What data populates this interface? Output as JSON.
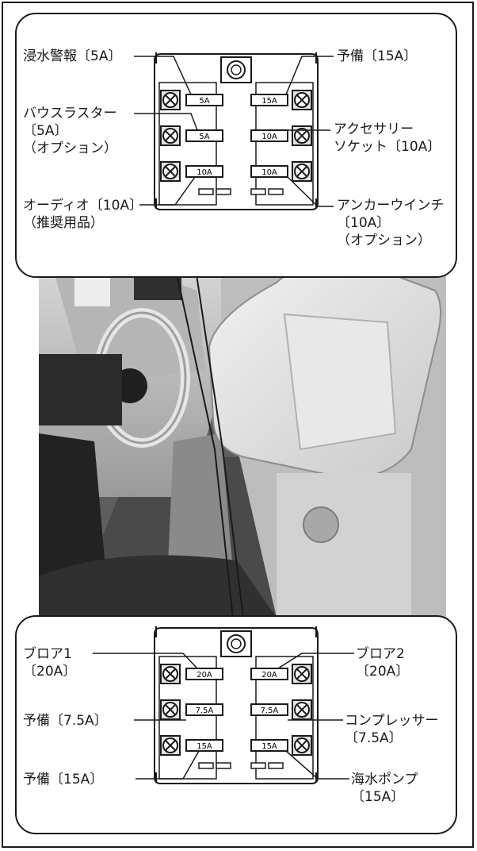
{
  "top_panel": {
    "fuses": {
      "left": [
        "5A",
        "5A",
        "10A"
      ],
      "right": [
        "15A",
        "10A",
        "10A"
      ]
    },
    "labels": {
      "left1": "浸水警報〔5A〕",
      "left2": "バウスラスター\n〔5A〕\n（オプション）",
      "left3": "オーディオ〔10A〕\n（推奨用品）",
      "right1": "予備〔15A〕",
      "right2": "アクセサリー\nソケット〔10A〕",
      "right3": "アンカーウインチ\n〔10A〕\n（オプション）"
    }
  },
  "bottom_panel": {
    "fuses": {
      "left": [
        "20A",
        "7.5A",
        "15A"
      ],
      "right": [
        "20A",
        "7.5A",
        "15A"
      ]
    },
    "labels": {
      "left1": "ブロア1\n〔20A〕",
      "left2": "予備〔7.5A〕",
      "left3": "予備〔15A〕",
      "right1": "ブロア2\n〔20A〕",
      "right2": "コンプレッサー\n〔7.5A〕",
      "right3": "海水ポンプ\n〔15A〕"
    }
  },
  "colors": {
    "line": "#1a1a1a",
    "panel": "#ffffff",
    "cabin": "#6b6b6b"
  }
}
